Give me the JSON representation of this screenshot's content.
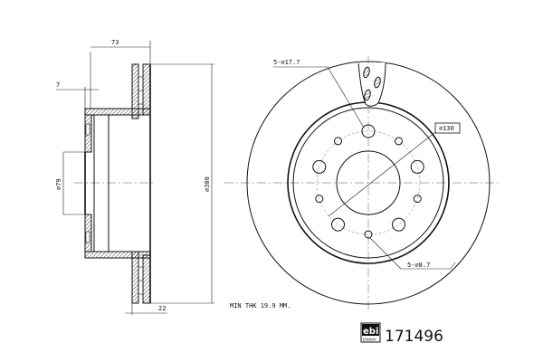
{
  "side_view": {
    "dim_overall_height": "73",
    "dim_hat_wall": "7",
    "dim_center_bore": "⌀79",
    "dim_outer_diameter": "⌀300",
    "dim_disc_thickness": "22"
  },
  "front_view": {
    "large_holes_label": "5-⌀17.7",
    "pcd_label": "⌀130",
    "small_holes_label": "5-⌀8.7",
    "large_hole_count": 5,
    "small_hole_count": 5
  },
  "notes": {
    "min_thickness": "MIN THK 19.9 MM."
  },
  "brand": {
    "logo_text": "febi",
    "logo_subtext": "bilstein",
    "part_number": "171496"
  }
}
